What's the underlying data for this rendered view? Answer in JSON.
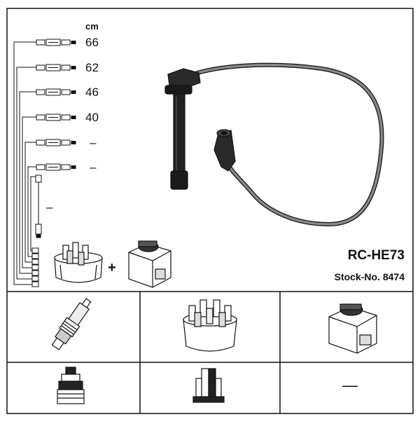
{
  "legend": {
    "unit": "cm",
    "lengths": [
      "66",
      "62",
      "46",
      "40",
      "–",
      "–"
    ],
    "extra_length": "–"
  },
  "product": {
    "part_number": "RC-HE73",
    "stock_number": "Stock-No. 8474"
  },
  "separator": "+",
  "bottom_row": {
    "coil_connector_value": "—"
  }
}
